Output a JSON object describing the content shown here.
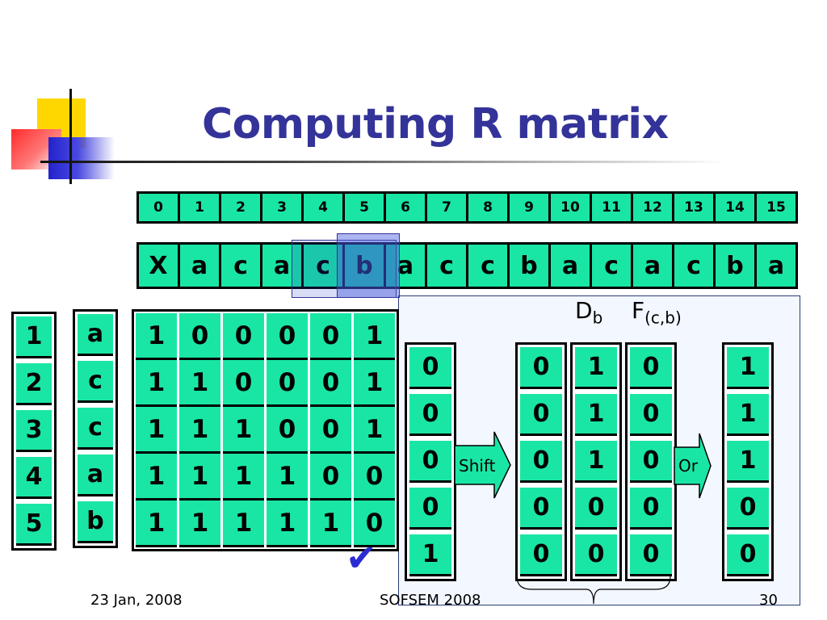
{
  "title": "Computing R matrix",
  "index_row": [
    "0",
    "1",
    "2",
    "3",
    "4",
    "5",
    "6",
    "7",
    "8",
    "9",
    "10",
    "11",
    "12",
    "13",
    "14",
    "15"
  ],
  "text_row": [
    "X",
    "a",
    "c",
    "a",
    "c",
    "b",
    "a",
    "c",
    "c",
    "b",
    "a",
    "c",
    "a",
    "c",
    "b",
    "a"
  ],
  "row_numbers": [
    "1",
    "2",
    "3",
    "4",
    "5"
  ],
  "pattern": [
    "a",
    "c",
    "c",
    "a",
    "b"
  ],
  "r_matrix": [
    [
      "1",
      "0",
      "0",
      "0",
      "0",
      "1"
    ],
    [
      "1",
      "1",
      "0",
      "0",
      "0",
      "1"
    ],
    [
      "1",
      "1",
      "1",
      "0",
      "0",
      "1"
    ],
    [
      "1",
      "1",
      "1",
      "1",
      "0",
      "0"
    ],
    [
      "1",
      "1",
      "1",
      "1",
      "1",
      "0"
    ]
  ],
  "prev_column": [
    "0",
    "0",
    "0",
    "0",
    "1"
  ],
  "shift_label": "Shift",
  "shifted_column": [
    "0",
    "0",
    "0",
    "0",
    "0"
  ],
  "d_label": "D",
  "d_sub": "b",
  "f_label": "F",
  "f_sub": "(c,b)",
  "d_column": [
    "1",
    "1",
    "1",
    "0",
    "0"
  ],
  "f_column": [
    "0",
    "0",
    "0",
    "0",
    "0"
  ],
  "or_label": "Or",
  "result_column": [
    "1",
    "1",
    "1",
    "0",
    "0"
  ],
  "check_mark": "✔",
  "footer": {
    "date": "23 Jan, 2008",
    "conference": "SOFSEM 2008",
    "page": "30"
  },
  "colors": {
    "cell": "#19e6a5",
    "title": "#333399",
    "highlight": "#4a5ae0"
  }
}
